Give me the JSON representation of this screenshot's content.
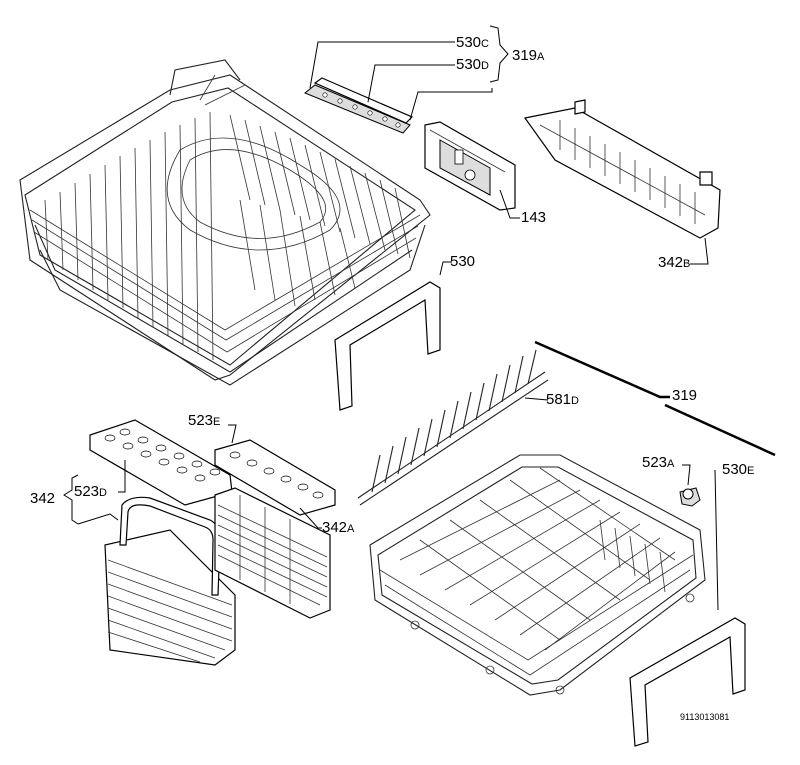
{
  "labels": {
    "p530c": {
      "num": "530",
      "sfx": "C"
    },
    "p530d": {
      "num": "530",
      "sfx": "D"
    },
    "p319a": {
      "num": "319",
      "sfx": "A"
    },
    "p143": {
      "num": "143",
      "sfx": ""
    },
    "p342b": {
      "num": "342",
      "sfx": "B"
    },
    "p530": {
      "num": "530",
      "sfx": ""
    },
    "p581d": {
      "num": "581",
      "sfx": "D"
    },
    "p319": {
      "num": "319",
      "sfx": ""
    },
    "p523e": {
      "num": "523",
      "sfx": "E"
    },
    "p523a": {
      "num": "523",
      "sfx": "A"
    },
    "p530e": {
      "num": "530",
      "sfx": "E"
    },
    "p342": {
      "num": "342",
      "sfx": ""
    },
    "p523d": {
      "num": "523",
      "sfx": "D"
    },
    "p342a": {
      "num": "342",
      "sfx": "A"
    }
  },
  "drawing_code": "9113013081",
  "icons": [
    "upper-basket-icon",
    "cutlery-basket-icon",
    "lower-basket-icon"
  ]
}
